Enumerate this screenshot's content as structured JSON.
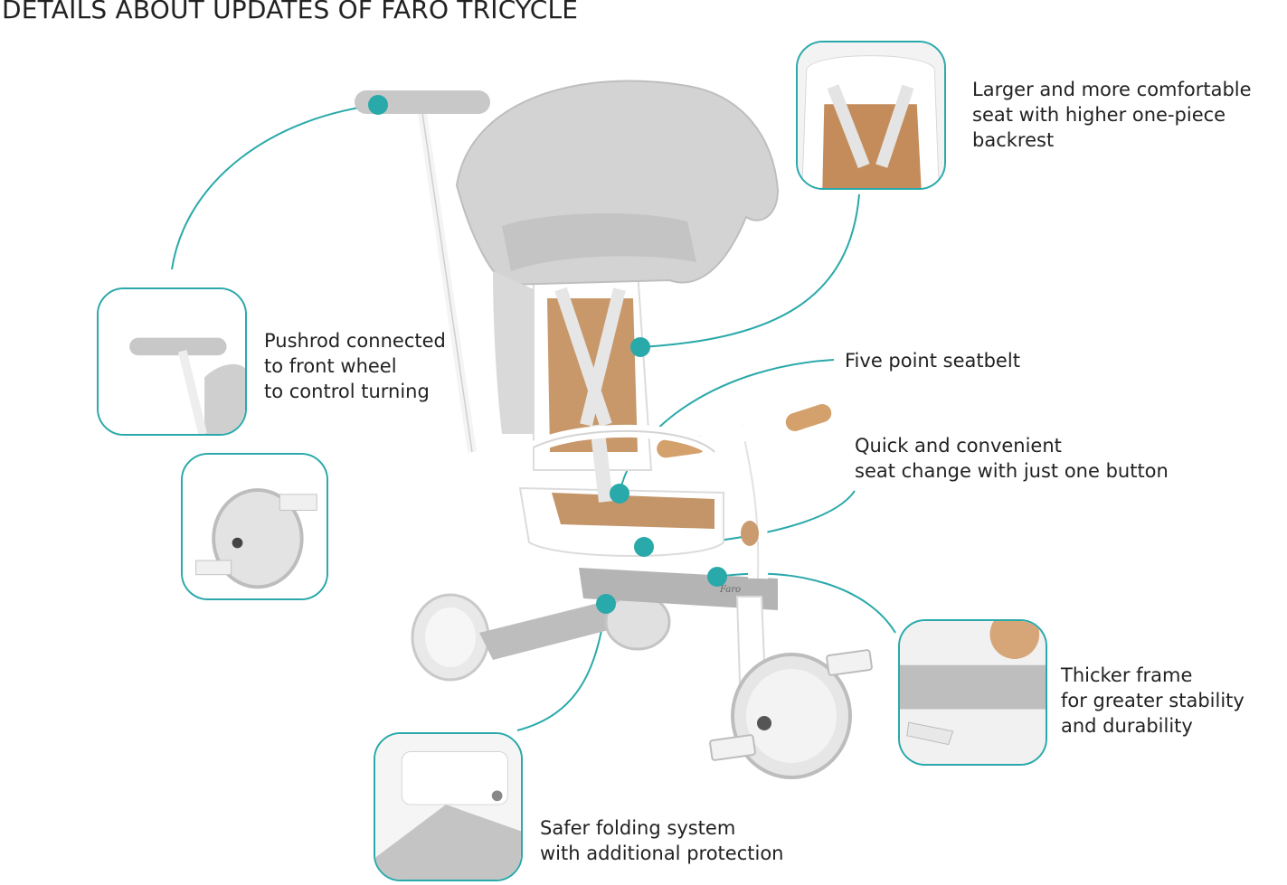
{
  "title": "DETAILS ABOUT UPDATES OF FARO TRICYCLE",
  "brand_mark": "Faro",
  "accent_color": "#2aa9aa",
  "callouts": {
    "seat": {
      "lines": [
        "Larger and more comfortable",
        "seat with higher one-piece",
        "backrest"
      ]
    },
    "seatbelt": {
      "lines": [
        "Five point seatbelt"
      ]
    },
    "seat_change": {
      "lines": [
        "Quick and convenient",
        "seat change with just one button"
      ]
    },
    "pushrod": {
      "lines": [
        "Pushrod connected",
        "to front wheel",
        "to control turning"
      ]
    },
    "frame": {
      "lines": [
        "Thicker frame",
        "for greater stability",
        "and durability"
      ]
    },
    "folding": {
      "lines": [
        "Safer folding system",
        "with additional protection"
      ]
    }
  }
}
